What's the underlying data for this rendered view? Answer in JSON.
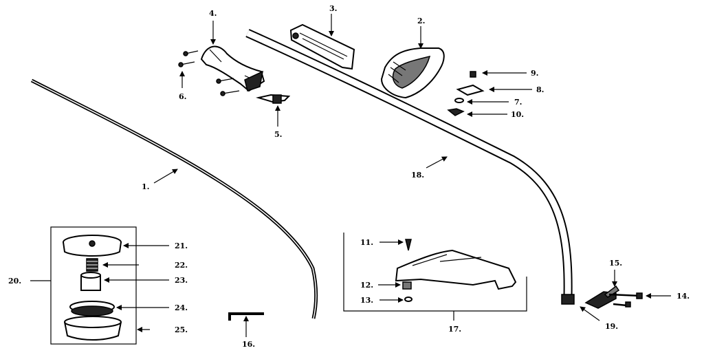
{
  "labels": {
    "p1": "1.",
    "p2": "2.",
    "p3": "3.",
    "p4": "4.",
    "p5": "5.",
    "p6": "6.",
    "p7": "7.",
    "p8": "8.",
    "p9": "9.",
    "p10": "10.",
    "p11": "11.",
    "p12": "12.",
    "p13": "13.",
    "p14": "14.",
    "p15": "15.",
    "p16": "16.",
    "p17": "17.",
    "p18": "18.",
    "p19": "19.",
    "p20": "20.",
    "p21": "21.",
    "p22": "22.",
    "p23": "23.",
    "p24": "24.",
    "p25": "25."
  }
}
